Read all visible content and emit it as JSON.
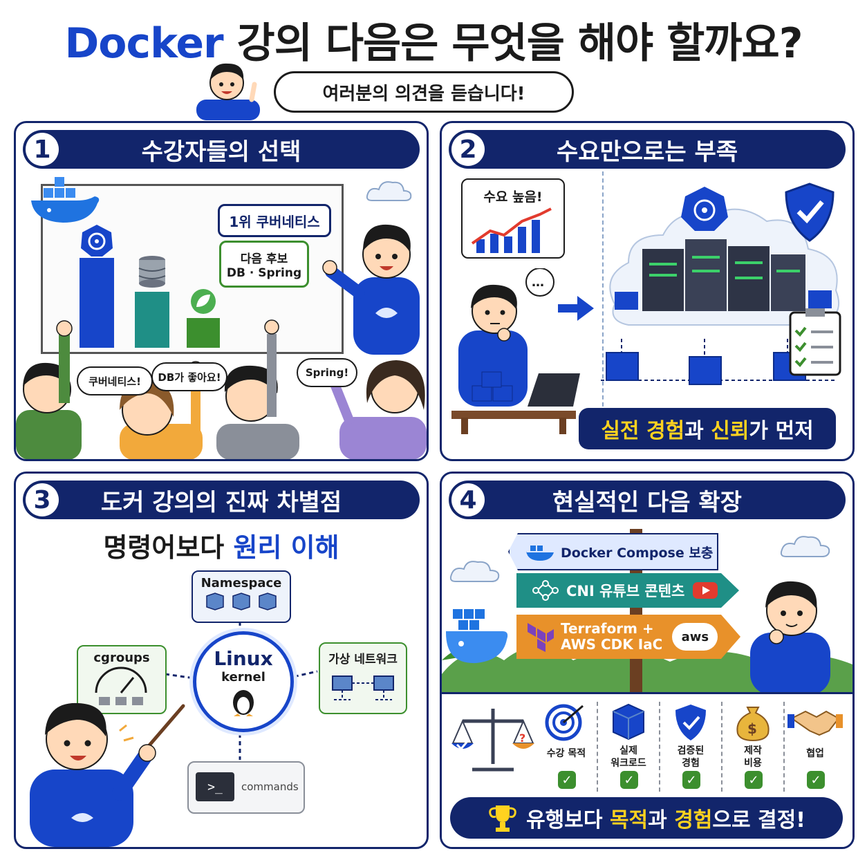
{
  "header": {
    "title_brand": "Docker",
    "title_rest": "강의 다음은 무엇을 해야 할까요?",
    "subtitle": "여러분의 의견을 듣습니다!"
  },
  "panel1": {
    "number": "1",
    "title": "수강자들의 선택",
    "rank_label": "1위 쿠버네티스",
    "next_label_line1": "다음 후보",
    "next_label_line2": "DB · Spring",
    "bubbles": [
      "쿠버네티스!",
      "DB가 좋아요!",
      "Spring!"
    ]
  },
  "panel2": {
    "number": "2",
    "title": "수요만으로는 부족",
    "chart_label": "수요 높음!",
    "thought": "…",
    "banner_parts": [
      "실전 경험",
      "과 ",
      "신뢰",
      "가 먼저"
    ]
  },
  "panel3": {
    "number": "3",
    "title": "도커 강의의 진짜 차별점",
    "headline_plain": "명령어보다",
    "headline_accent": "원리 이해",
    "kernel_line1": "Linux",
    "kernel_line2": "kernel",
    "namespace": "Namespace",
    "cgroups": "cgroups",
    "vnet": "가상 네트워크",
    "commands": "commands"
  },
  "panel4": {
    "number": "4",
    "title": "현실적인 다음 확장",
    "signs": [
      "Docker Compose 보충",
      "CNI 유튜브 콘텐츠",
      "Terraform +",
      "AWS CDK IaC"
    ],
    "aws": "aws",
    "criteria": [
      {
        "line1": "수강 목적",
        "line2": ""
      },
      {
        "line1": "실제",
        "line2": "워크로드"
      },
      {
        "line1": "검증된",
        "line2": "경험"
      },
      {
        "line1": "제작",
        "line2": "비용"
      },
      {
        "line1": "협업",
        "line2": ""
      }
    ],
    "banner_parts": [
      "유행보다 ",
      "목적",
      "과 ",
      "경험",
      "으로 결정!"
    ]
  },
  "colors": {
    "navy": "#12256b",
    "blue": "#1745c9",
    "teal": "#1f8f86",
    "green": "#3c8f2e",
    "yellow": "#ffd21f",
    "orange": "#e8912a"
  }
}
